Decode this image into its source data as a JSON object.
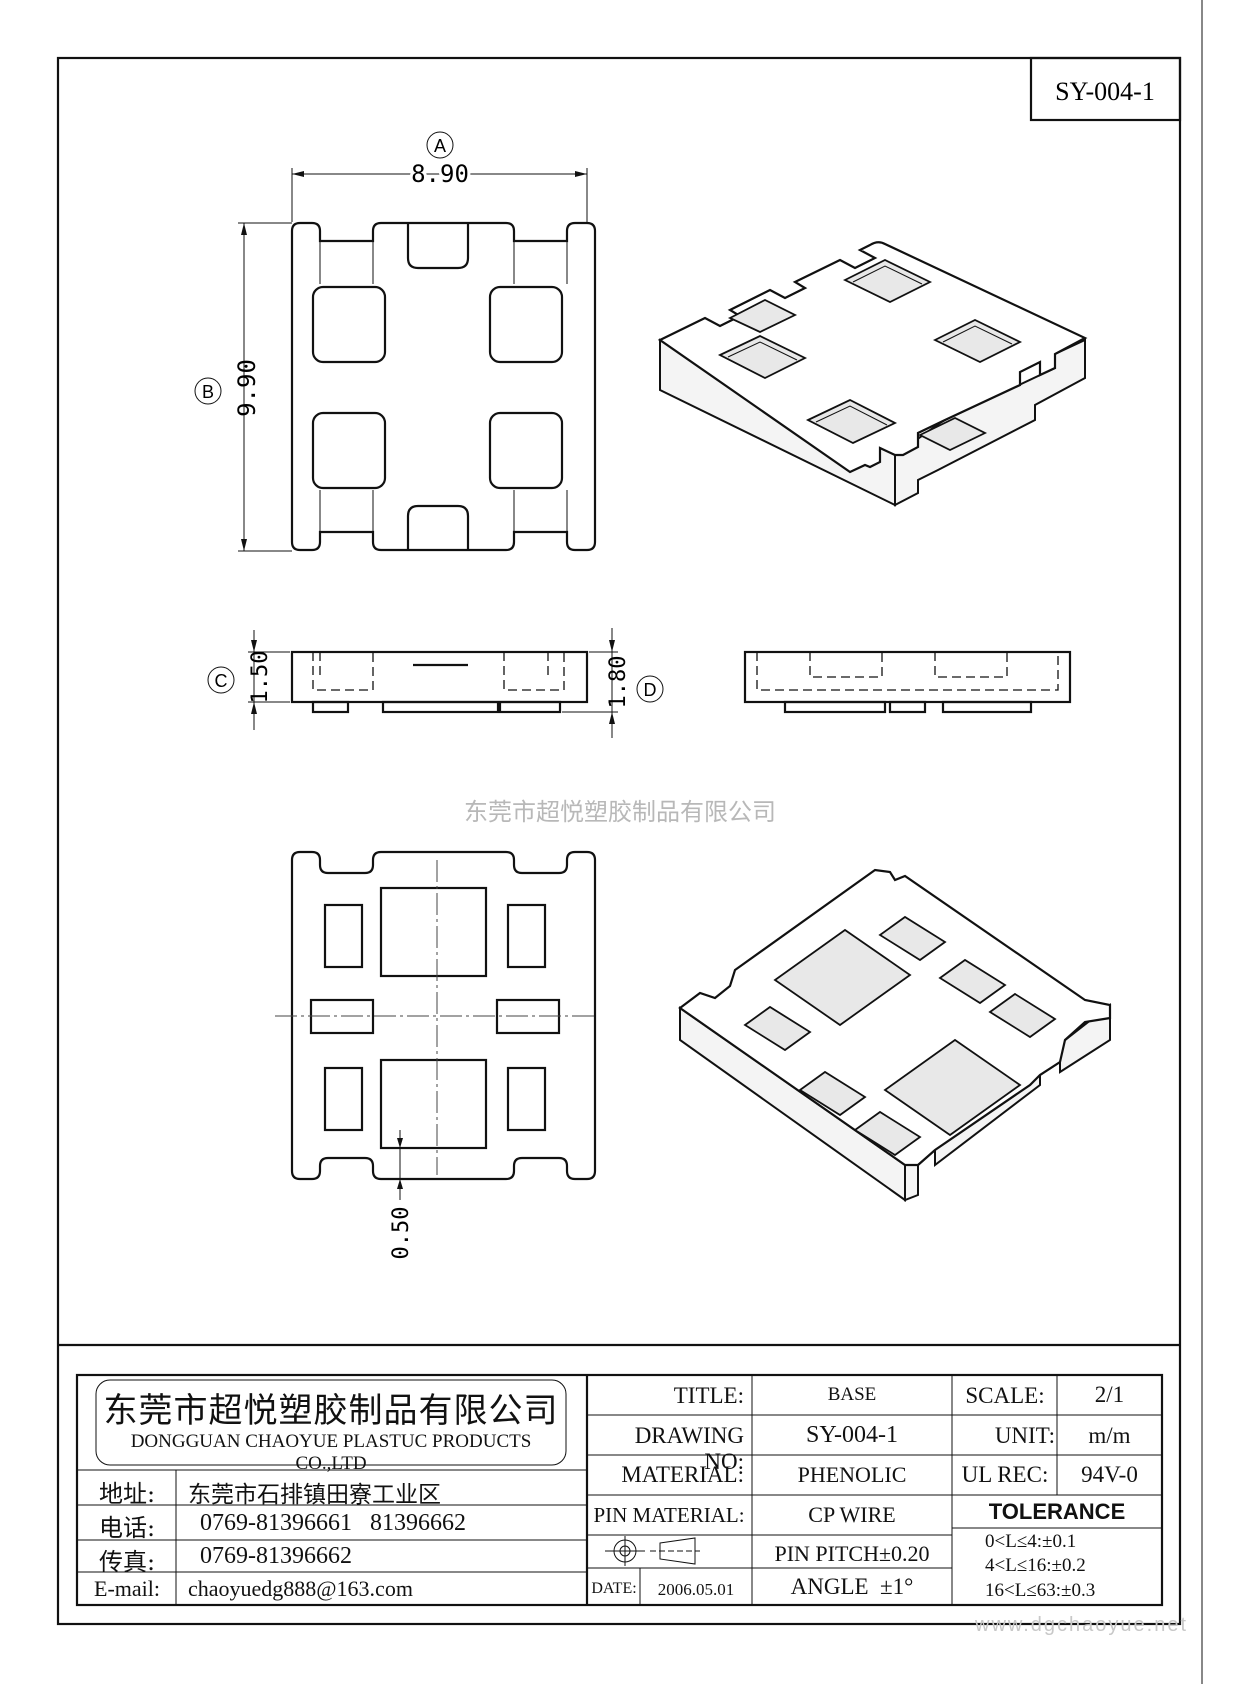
{
  "drawing_id": "SY-004-1",
  "watermark": "东莞市超悦塑胶制品有限公司",
  "site_watermark": "www.dgchaoyue.net",
  "dimensions": {
    "A": {
      "label": "A",
      "value": "8.90"
    },
    "B": {
      "label": "B",
      "value": "9.90"
    },
    "C": {
      "label": "C",
      "value": "1.50"
    },
    "D": {
      "label": "D",
      "value": "1.80"
    },
    "gap": {
      "value": "0.50"
    }
  },
  "company": {
    "name_cn": "东莞市超悦塑胶制品有限公司",
    "name_en": "DONGGUAN CHAOYUE PLASTUC PRODUCTS CO.,LTD"
  },
  "contact": [
    {
      "label": "地址:",
      "value": "东莞市石排镇田寮工业区"
    },
    {
      "label": "电话:",
      "value": "0769-81396661   81396662"
    },
    {
      "label": "传真:",
      "value": "0769-81396662"
    },
    {
      "label": "E-mail:",
      "value": "chaoyuedg888@163.com"
    }
  ],
  "title_block": {
    "title_label": "TITLE:",
    "title_value": "BASE",
    "drawing_no_label": "DRAWING NO:",
    "drawing_no_value": "SY-004-1",
    "material_label": "MATERIAL:",
    "material_value": "PHENOLIC",
    "pin_material_label": "PIN MATERIAL:",
    "pin_material_value": "CP WIRE",
    "scale_label": "SCALE:",
    "scale_value": "2/1",
    "unit_label": "UNIT:",
    "unit_value": "m/m",
    "ul_label": "UL REC:",
    "ul_value": "94V-0",
    "pin_pitch": "PIN PITCH±0.20",
    "angle": "ANGLE  ±1°",
    "date_label": "DATE:",
    "date_value": "2006.05.01",
    "tolerance_label": "TOLERANCE",
    "tolerances": [
      "0<L≤4:±0.1",
      "4<L≤16:±0.2",
      "16<L≤63:±0.3"
    ]
  }
}
